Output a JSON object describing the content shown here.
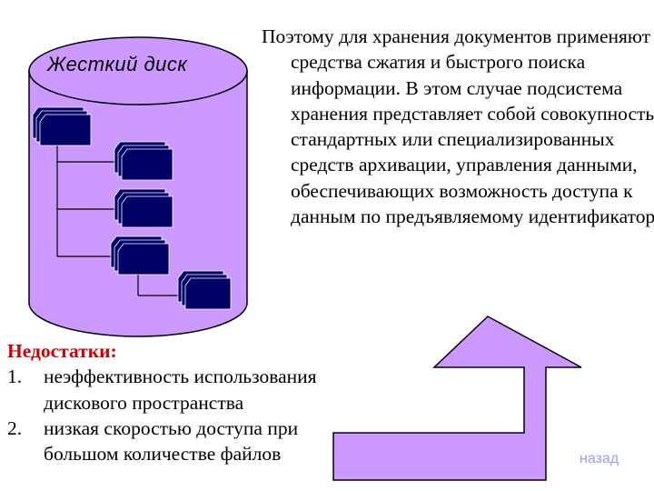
{
  "disk": {
    "label": "Жесткий диск",
    "fill_color": "#cc99ff",
    "folder_color": "#000066",
    "folder_icons": [
      "folder-icon",
      "folder-icon",
      "folder-icon",
      "folder-icon",
      "folder-icon"
    ]
  },
  "main": {
    "paragraph": "Поэтому для хранения документов применяют средства сжатия и быстрого поиска информации. В этом случае подсистема хранения представляет собой совокупность стандартных или специализированных средств архивации, управления данными, обеспечивающих возможность доступа к данным по предъявляемому идентификатору."
  },
  "disadvantages": {
    "title": "Недостатки:",
    "title_color": "#cc0000",
    "items": [
      {
        "num": "1.",
        "text": "неэффективность использования дискового пространства"
      },
      {
        "num": "2.",
        "text": "низкая скоростью доступа при большом количестве файлов"
      }
    ]
  },
  "arrow": {
    "icon": "up-arrow-icon",
    "fill_color": "#cc99ff"
  },
  "nav": {
    "back_label": "назад",
    "back_color": "#9aa0e8"
  }
}
